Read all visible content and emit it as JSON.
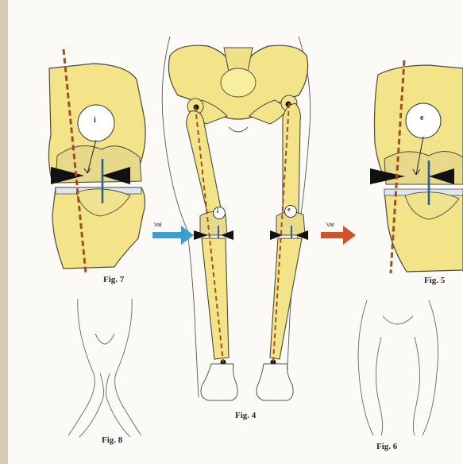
{
  "figures": {
    "fig4": "Fig. 4",
    "fig5": "Fig. 5",
    "fig6": "Fig. 6",
    "fig7": "Fig. 7",
    "fig8": "Fig. 8"
  },
  "arrows": {
    "left": {
      "label": "Val",
      "color": "#3a9fd0"
    },
    "right": {
      "label": "Var",
      "color": "#d0542a"
    }
  },
  "knee_markers": {
    "internal": "i",
    "external": "e"
  },
  "colors": {
    "bone": "#f3e48a",
    "bone_outline": "#4a4a3a",
    "mechanical_axis": "#a0501e",
    "knee_line": "#2f5f8f"
  }
}
